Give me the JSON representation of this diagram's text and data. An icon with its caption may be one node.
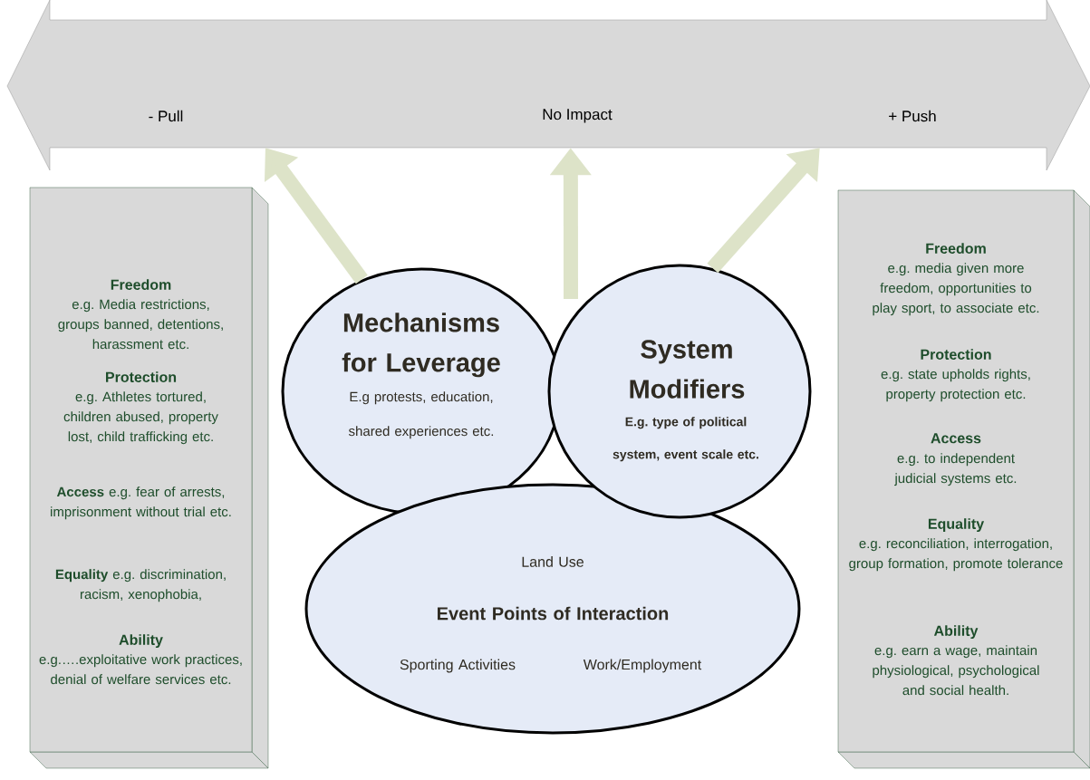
{
  "diagram": {
    "nodes": [
      {
        "text": [
          "- Pull",
          "No Impact",
          "+ Push"
        ]
      },
      {
        "text": [
          "Freedom",
          "e.g. Media restrictions, groups banned, detentions, harassment etc.",
          "Protection",
          "e.g. Athletes tortured, children abused, property lost, child trafficking etc.",
          "**Access** e.g. fear of arrests, imprisonment without trial etc.",
          "**Equality**  e.g. discrimination, racism, xenophobia,",
          "Ability",
          "e.g.….exploitative work practices, denial of welfare services etc."
        ]
      },
      {
        "text": [
          "Mechanisms for Leverage",
          "E.g protests, education, shared experiences etc."
        ]
      },
      {
        "text": [
          "System Modifiers",
          "E.g. type of political system, event scale etc."
        ]
      },
      {
        "text": [
          "Land Use",
          "Event Points of Interaction",
          "Sporting Activities",
          "Work/Employment"
        ]
      },
      {
        "text": [
          "Freedom",
          "e.g. media given more freedom, opportunities to play sport, to associate etc.",
          "Protection",
          "e.g. state upholds rights, property protection etc.",
          "Access",
          "e.g. to independent judicial systems etc.",
          "Equality",
          "e.g. reconciliation, interrogation, group formation, promote tolerance",
          "Ability",
          "e.g. earn a wage, maintain physiological, psychological and social health."
        ]
      }
    ],
    "edges": [
      {
        "from": 2,
        "to": 0,
        "arrow": "to"
      },
      {
        "from": null,
        "to": 0,
        "arrow": "to"
      },
      {
        "from": 3,
        "to": 0,
        "arrow": "to"
      }
    ]
  }
}
